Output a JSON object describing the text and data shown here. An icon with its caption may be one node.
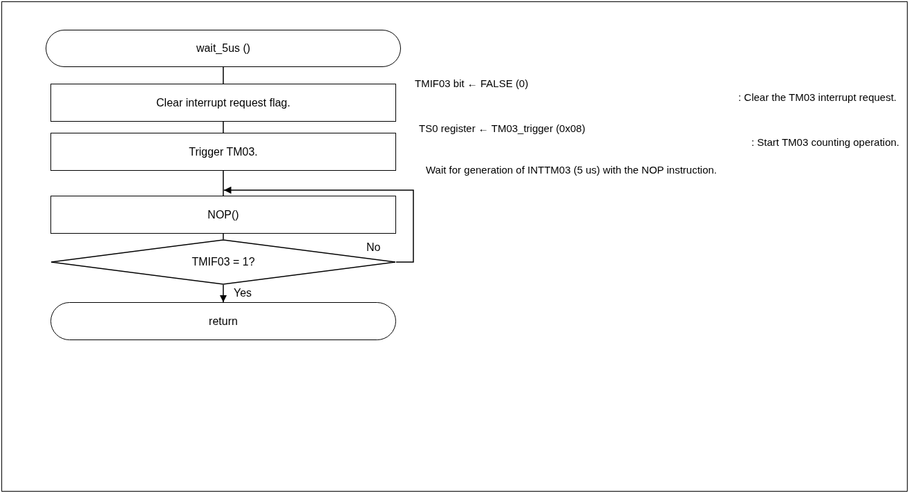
{
  "diagram": {
    "nodes": [
      {
        "text": [
          "wait_5us ()"
        ]
      },
      {
        "text": [
          "Clear interrupt request flag."
        ]
      },
      {
        "text": [
          "Trigger TM03."
        ]
      },
      {
        "text": [
          "NOP()"
        ]
      },
      {
        "text": [
          "TMIF03 = 1?"
        ]
      },
      {
        "text": [
          "return"
        ]
      }
    ],
    "edges": [
      {
        "from": 0,
        "to": 1,
        "arrow": "none"
      },
      {
        "from": 1,
        "to": 2,
        "arrow": "none"
      },
      {
        "from": 2,
        "to": 3,
        "arrow": "none"
      },
      {
        "from": 3,
        "to": 4,
        "arrow": "none"
      },
      {
        "from": 4,
        "to": 3,
        "arrow": "to",
        "label": "No"
      },
      {
        "from": 4,
        "to": 5,
        "arrow": "to",
        "label": "Yes"
      }
    ],
    "labels": [
      "TMIF03 bit ← FALSE (0)",
      ": Clear the TM03 interrupt request.",
      "TS0 register ← TM03_trigger (0x08)",
      ": Start TM03 counting operation.",
      "Wait for generation of INTTM03 (5 us) with the NOP instruction."
    ]
  }
}
